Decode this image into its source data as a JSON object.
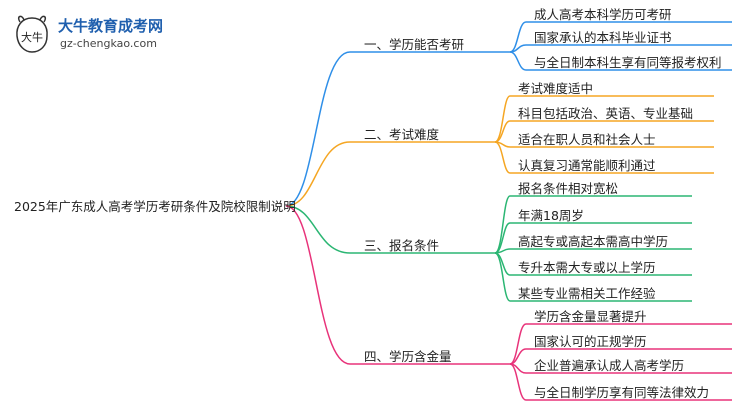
{
  "logo": {
    "mark_text": "大牛",
    "title": "大牛教育成考网",
    "url": "gz-chengkao.com"
  },
  "root": "2025年广东成人高考学历考研条件及院校限制说明",
  "branches": [
    {
      "label": "一、学历能否考研",
      "color": "#2f8fe8",
      "children": [
        "成人高考本科学历可考研",
        "国家承认的本科毕业证书",
        "与全日制本科生享有同等报考权利"
      ]
    },
    {
      "label": "二、考试难度",
      "color": "#f5a623",
      "children": [
        "考试难度适中",
        "科目包括政治、英语、专业基础",
        "适合在职人员和社会人士",
        "认真复习通常能顺利通过"
      ]
    },
    {
      "label": "三、报名条件",
      "color": "#2bb673",
      "children": [
        "报名条件相对宽松",
        "年满18周岁",
        "高起专或高起本需高中学历",
        "专升本需大专或以上学历",
        "某些专业需相关工作经验"
      ]
    },
    {
      "label": "四、学历含金量",
      "color": "#e8337a",
      "children": [
        "学历含金量显著提升",
        "国家认可的正规学历",
        "企业普遍承认成人高考学历",
        "与全日制学历享有同等法律效力"
      ]
    }
  ]
}
